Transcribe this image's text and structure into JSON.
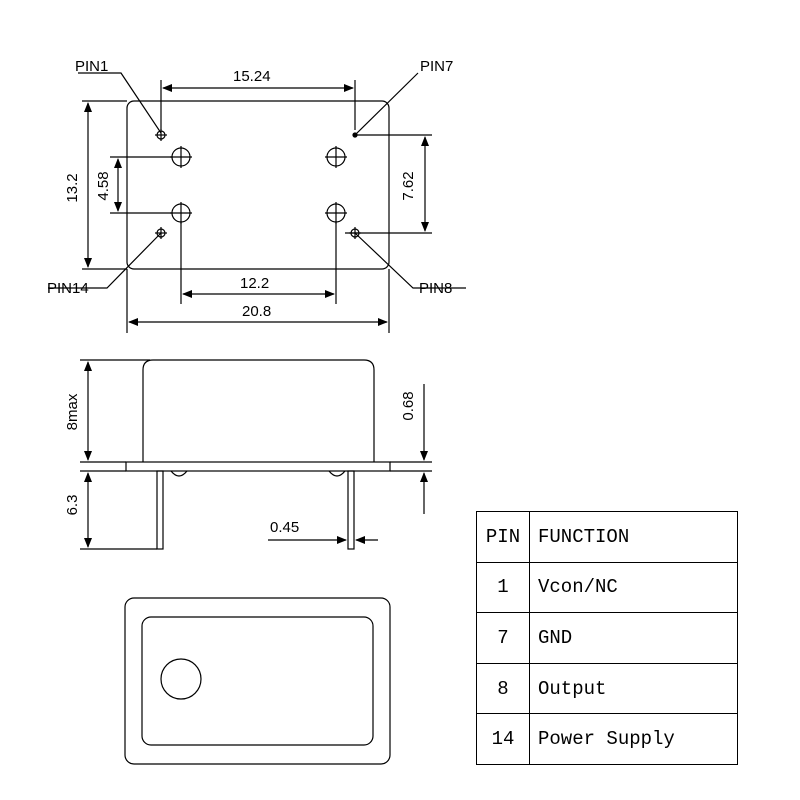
{
  "labels": {
    "pin1": "PIN1",
    "pin7": "PIN7",
    "pin14": "PIN14",
    "pin8": "PIN8"
  },
  "dimensions": {
    "top_width": "15.24",
    "height": "13.2",
    "pin_spacing_v": "4.58",
    "right_spacing": "7.62",
    "bottom_spacing": "12.2",
    "overall_width": "20.8",
    "body_height": "8max",
    "flange_thickness": "0.68",
    "lead_length": "6.3",
    "lead_diameter": "0.45"
  },
  "table": {
    "headers": [
      "PIN",
      "FUNCTION"
    ],
    "rows": [
      {
        "pin": "1",
        "function": "Vcon/NC"
      },
      {
        "pin": "7",
        "function": "GND"
      },
      {
        "pin": "8",
        "function": "Output"
      },
      {
        "pin": "14",
        "function": "Power Supply"
      }
    ]
  }
}
